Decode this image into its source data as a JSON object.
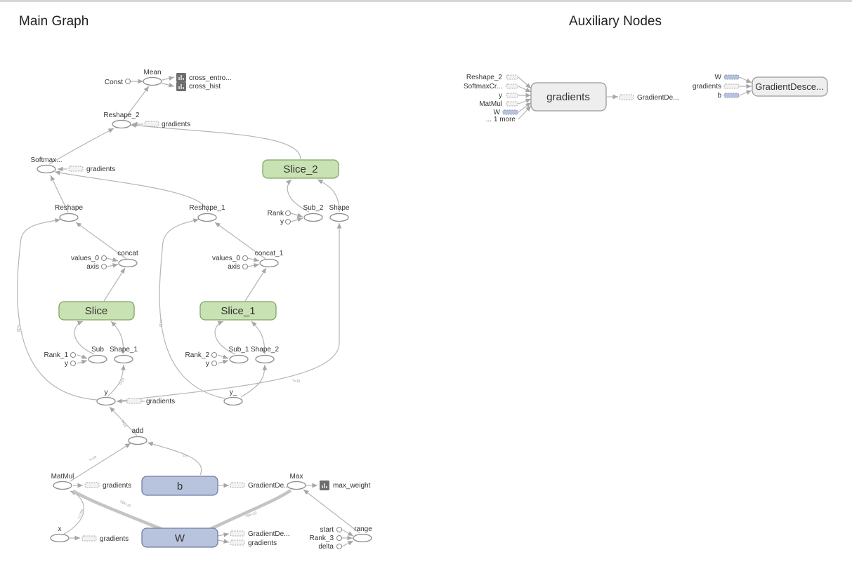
{
  "sections": {
    "main_title": "Main Graph",
    "aux_title": "Auxiliary Nodes"
  },
  "nodes": {
    "mean": "Mean",
    "const": "Const",
    "cross_entropy": "cross_entro...",
    "cross_hist": "cross_hist",
    "reshape_2": "Reshape_2",
    "softmax": "Softmax...",
    "reshape": "Reshape",
    "reshape_1": "Reshape_1",
    "slice_2": "Slice_2",
    "rank": "Rank",
    "y": "y",
    "sub_2": "Sub_2",
    "shape": "Shape",
    "concat": "concat",
    "concat_1": "concat_1",
    "values_0": "values_0",
    "axis": "axis",
    "slice": "Slice",
    "slice_1": "Slice_1",
    "rank_1": "Rank_1",
    "rank_2": "Rank_2",
    "sub": "Sub",
    "sub_1": "Sub_1",
    "shape_1": "Shape_1",
    "shape_2": "Shape_2",
    "y_": "y_",
    "add": "add",
    "matmul": "MatMul",
    "b": "b",
    "w": "W",
    "x": "x",
    "max": "Max",
    "max_weight": "max_weight",
    "range": "range",
    "start": "start",
    "rank_3": "Rank_3",
    "delta": "delta",
    "gradients": "gradients",
    "gradient_de": "GradientDe..."
  },
  "aux": {
    "gradients_node": "gradients",
    "gradient_descent_node": "GradientDesce...",
    "inputs": [
      "Reshape_2",
      "SoftmaxCr...",
      "y",
      "MatMul",
      "W",
      "... 1 more"
    ],
    "output": "GradientDe...",
    "gd_inputs": [
      "W",
      "gradients",
      "b"
    ]
  },
  "edge_labels": {
    "e_add_y": "?×10",
    "e_matmul_add": "?×10",
    "e_w_matmul": "784×10",
    "e_x_matmul": "?×784",
    "e_w_max": "784×10",
    "e_y_reshape": "?×10",
    "e_y_shape1": "?×10",
    "e_yl_reshape1": "?×10",
    "e_yl_shape": "?×10",
    "e_b_add": "10"
  },
  "colors": {
    "slice_fill": "#c9e2b3",
    "variable_fill": "#b8c3dd",
    "meta_fill": "#eeeeee",
    "edge": "#b5b5b5"
  }
}
